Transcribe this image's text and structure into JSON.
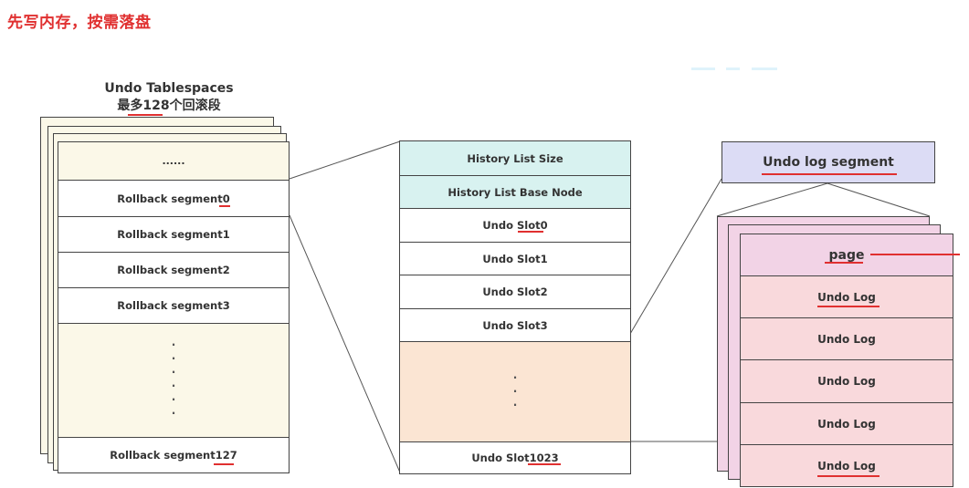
{
  "title": "先写内存，按需落盘",
  "undo_tablespaces": {
    "title": "Undo Tablespaces",
    "subtitle": "最多128个回滚段",
    "top_dots": "......",
    "segments": [
      "Rollback segment0",
      "Rollback segment1",
      "Rollback segment2",
      "Rollback segment3"
    ],
    "last_segment": "Rollback segment127"
  },
  "rollback_segment": {
    "history_list_size": "History List Size",
    "history_list_base_node": "History List Base Node",
    "slots": [
      "Undo Slot0",
      "Undo Slot1",
      "Undo Slot2",
      "Undo Slot3"
    ],
    "last_slot": "Undo Slot1023"
  },
  "undo_log_segment": {
    "title": "Undo log segment",
    "page_label": "page",
    "logs": [
      "Undo Log",
      "Undo Log",
      "Undo Log",
      "Undo Log",
      "Undo Log"
    ]
  },
  "colors": {
    "title_red": "#e03030",
    "tablespace_bg": "#fbf8e8",
    "header_teal": "#d8f2f0",
    "slot_peach": "#fbe5d3",
    "segment_lavender": "#dcdcf5",
    "page_pink": "#f2d3e6",
    "log_pink": "#f9d9dc"
  }
}
